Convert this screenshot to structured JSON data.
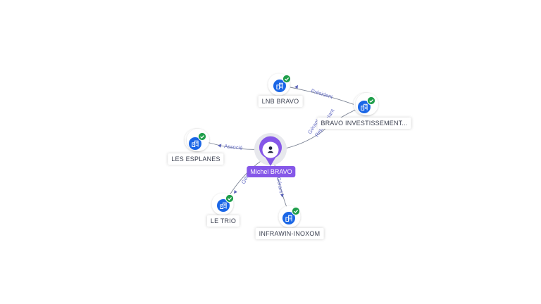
{
  "person": {
    "name": "Michel BRAVO",
    "icon": "person-icon",
    "color": "#8557e8"
  },
  "companies": [
    {
      "id": "lnb",
      "label": "LNB BRAVO",
      "icon": "building-icon",
      "verified": true
    },
    {
      "id": "bravo",
      "label": "BRAVO INVESTISSEMENT...",
      "icon": "building-icon",
      "verified": true
    },
    {
      "id": "esplanes",
      "label": "LES ESPLANES",
      "icon": "building-icon",
      "verified": true
    },
    {
      "id": "trio",
      "label": "LE TRIO",
      "icon": "building-icon",
      "verified": true
    },
    {
      "id": "infrawin",
      "label": "INFRAWIN-INOXOM",
      "icon": "building-icon",
      "verified": true
    }
  ],
  "edges": [
    {
      "id": "lnb-bravo",
      "label": "Président"
    },
    {
      "id": "person-bravo",
      "label": "Gérant",
      "label2": "Représentant"
    },
    {
      "id": "person-esplanes",
      "label": "Associé"
    },
    {
      "id": "person-trio",
      "label": "Gérant"
    },
    {
      "id": "person-infrawin",
      "label": "Gérant"
    }
  ],
  "colors": {
    "company_icon": "#1a66e6",
    "verified_badge": "#1e9e4a",
    "edge": "#7d8596",
    "edge_label": "#6a72c8"
  }
}
